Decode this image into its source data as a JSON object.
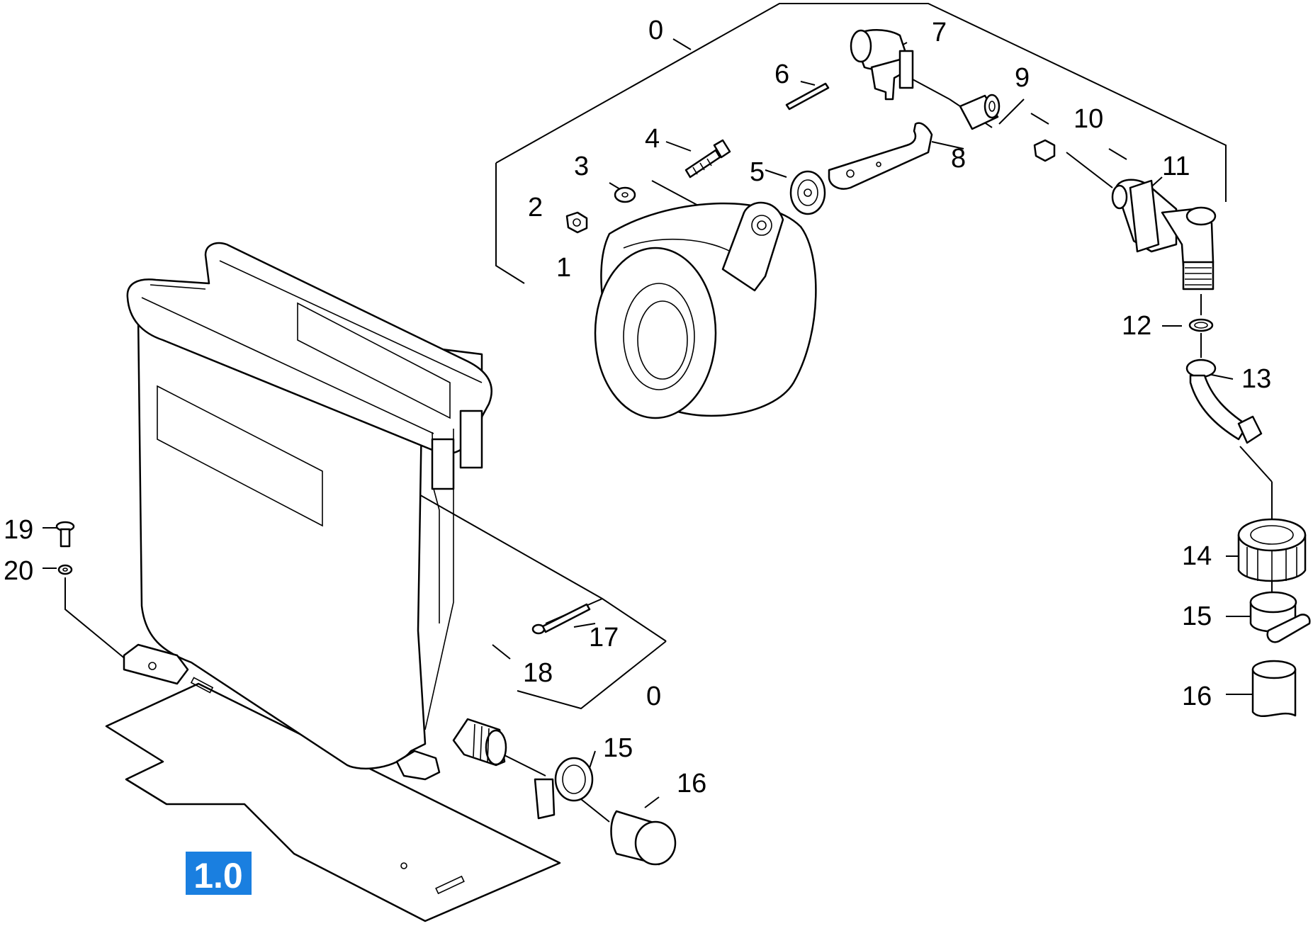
{
  "assembly_badge": "1.0",
  "callouts": {
    "c0_top": "0",
    "c0_bottom": "0",
    "c1": "1",
    "c2": "2",
    "c3": "3",
    "c4": "4",
    "c5": "5",
    "c6": "6",
    "c7": "7",
    "c8": "8",
    "c9": "9",
    "c10": "10",
    "c11": "11",
    "c12": "12",
    "c13": "13",
    "c14": "14",
    "c15_right": "15",
    "c15_bottom": "15",
    "c16_right": "16",
    "c16_bottom": "16",
    "c17": "17",
    "c18": "18",
    "c19": "19",
    "c20": "20"
  },
  "colors": {
    "badge": "#1a7fe0",
    "line": "#000000"
  }
}
